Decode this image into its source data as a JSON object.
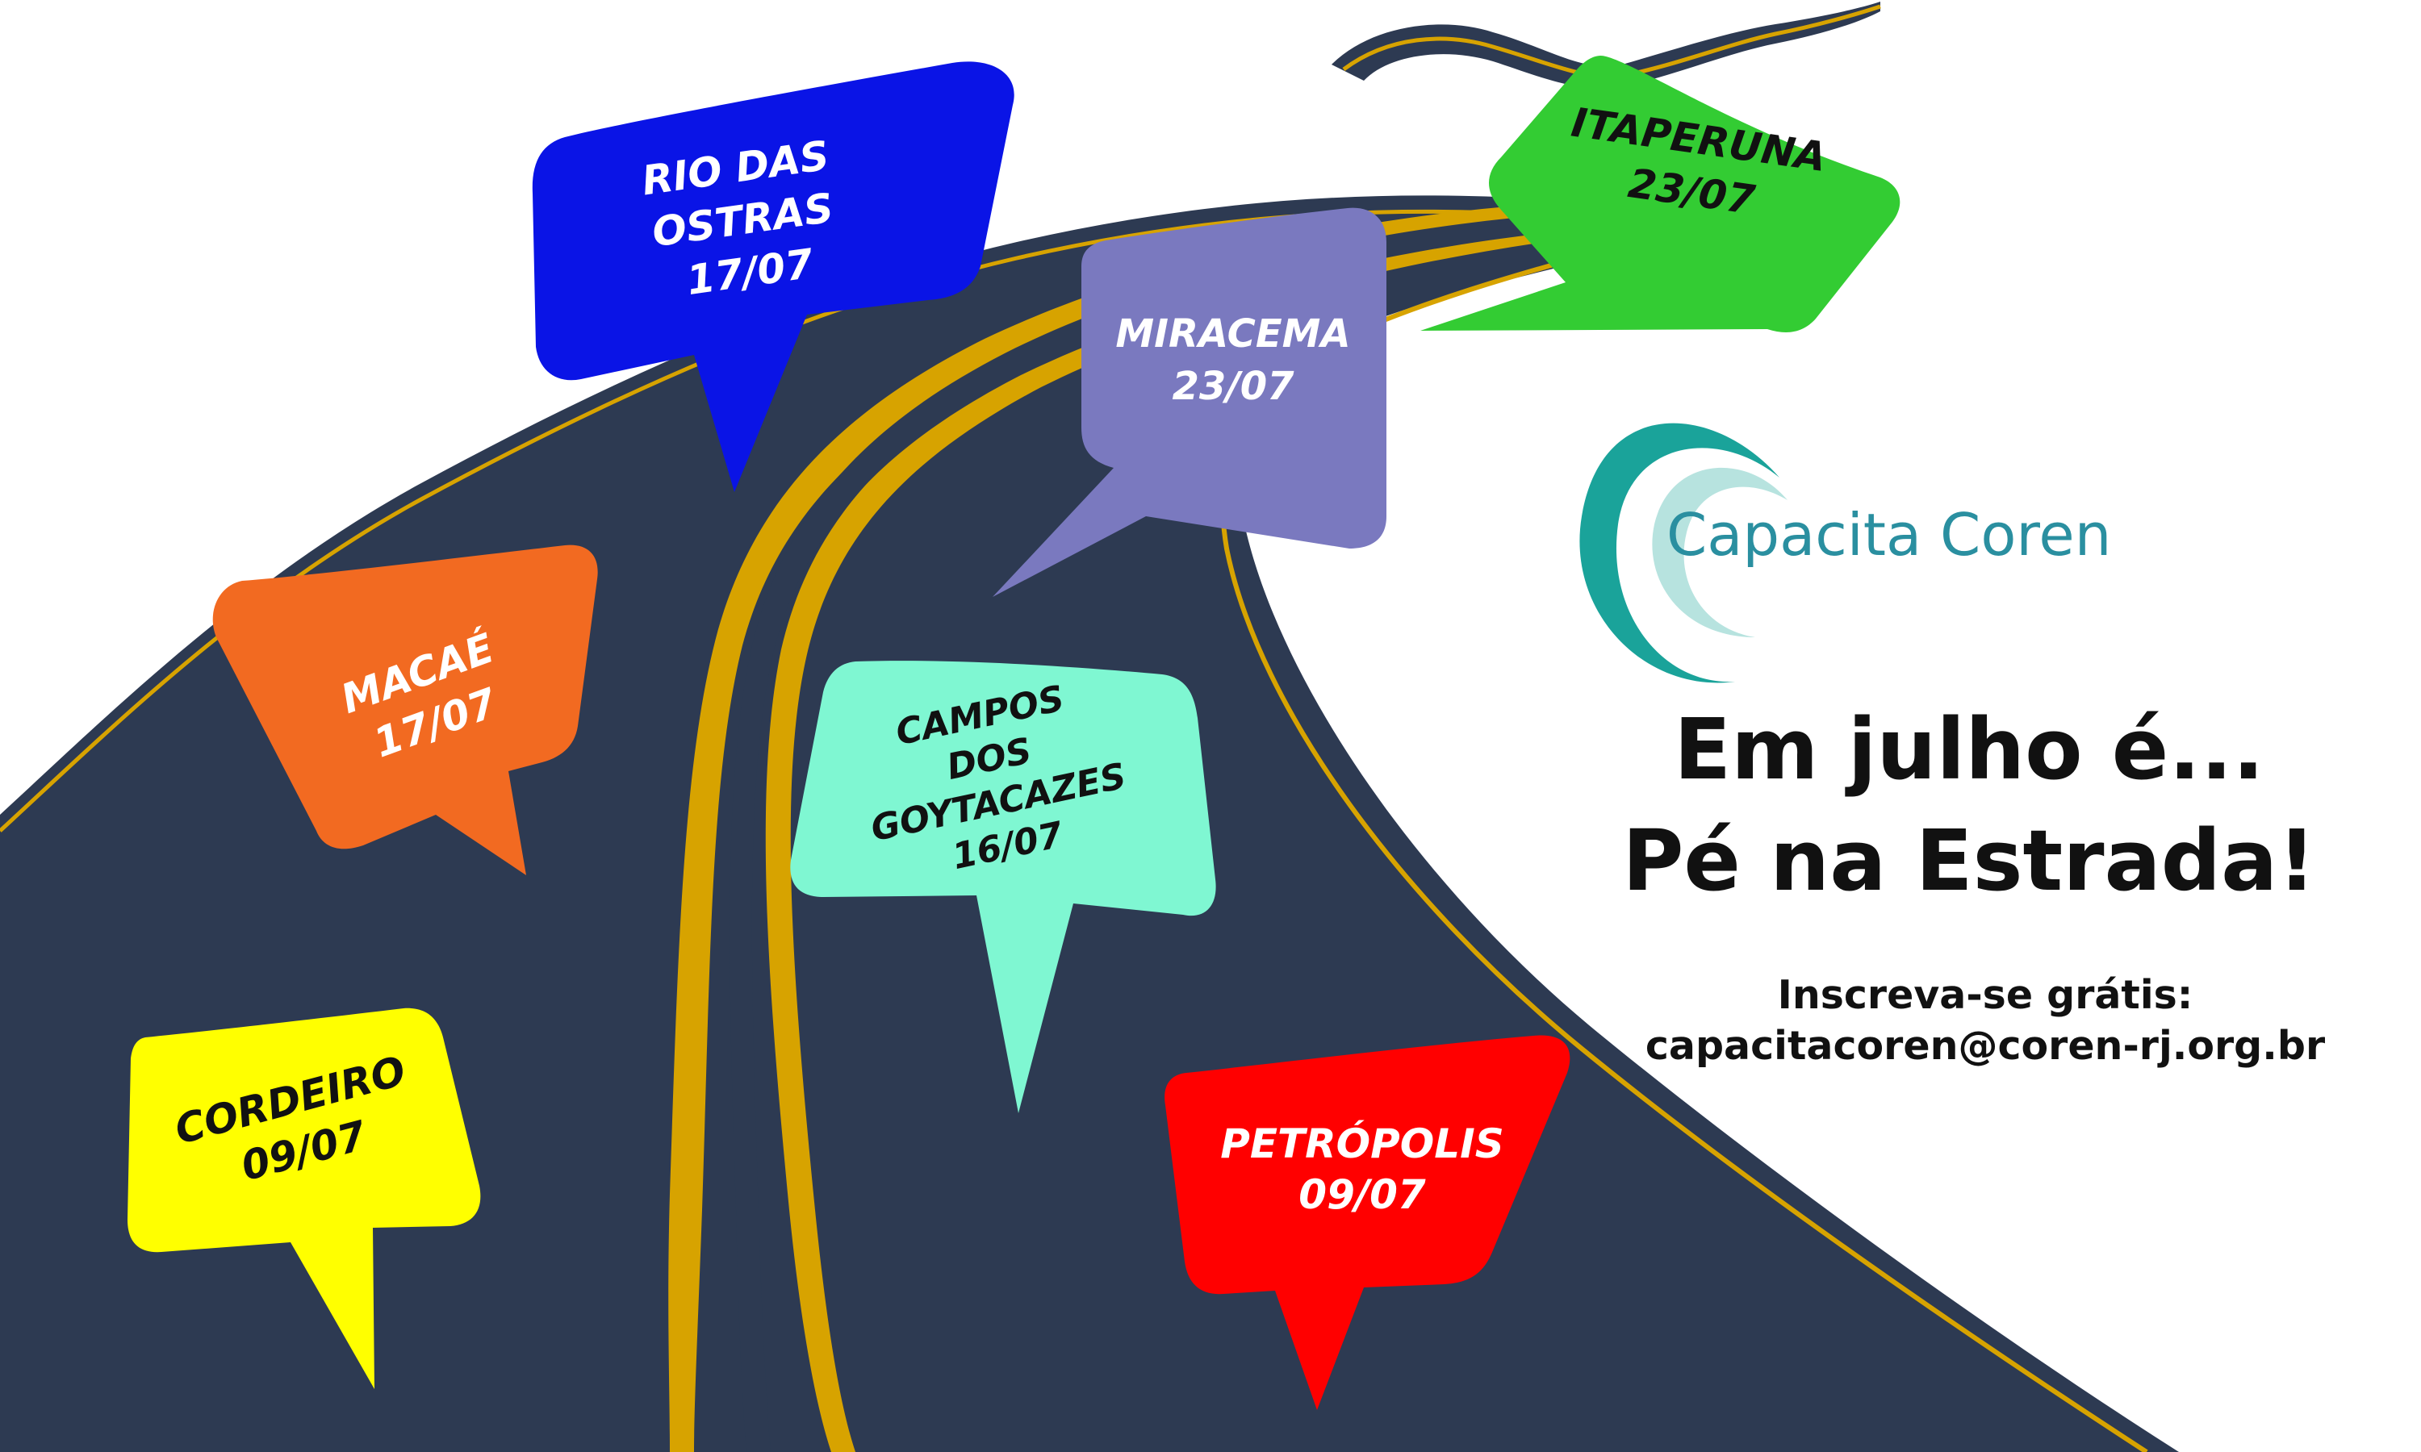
{
  "colors": {
    "road": "#2d3a52",
    "road_line": "#d7a300",
    "road_edge": "#d7a300",
    "logo_teal": "#1aa39a",
    "logo_light": "#b7e3df",
    "logo_text": "#2a8fa0"
  },
  "pins": [
    {
      "id": "rio-das-ostras",
      "lines": [
        "RIO DAS",
        "OSTRAS",
        "17/07"
      ],
      "color": "#0a14e6",
      "text_color": "#ffffff"
    },
    {
      "id": "miracema",
      "lines": [
        "MIRACEMA",
        "23/07"
      ],
      "color": "#7a79bf",
      "text_color": "#ffffff"
    },
    {
      "id": "itaperuna",
      "lines": [
        "ITAPERUNA",
        "23/07"
      ],
      "color": "#33cc33",
      "text_color": "#111111"
    },
    {
      "id": "macae",
      "lines": [
        "MACAÉ",
        "17/07"
      ],
      "color": "#f26a21",
      "text_color": "#ffffff"
    },
    {
      "id": "campos",
      "lines": [
        "CAMPOS",
        "DOS",
        "GOYTACAZES",
        "16/07"
      ],
      "color": "#7ff7d2",
      "text_color": "#111111"
    },
    {
      "id": "cordeiro",
      "lines": [
        "CORDEIRO",
        "09/07"
      ],
      "color": "#ffff00",
      "text_color": "#111111"
    },
    {
      "id": "petropolis",
      "lines": [
        "PETRÓPOLIS",
        "09/07"
      ],
      "color": "#ff0000",
      "text_color": "#ffffff"
    }
  ],
  "logo": {
    "text": "Capacita Coren"
  },
  "tagline": {
    "line1": "Em julho é...",
    "line2": "Pé na Estrada!"
  },
  "signup": {
    "label": "Inscreva-se grátis:",
    "email": "capacitacoren@coren-rj.org.br"
  }
}
